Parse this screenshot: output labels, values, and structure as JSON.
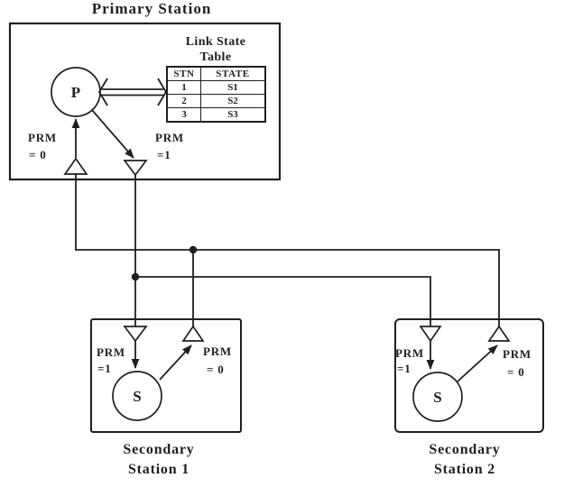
{
  "colors": {
    "ink": "#1f1f1f",
    "background": "#ffffff"
  },
  "primary_station": {
    "title": "Primary Station",
    "node": "P",
    "receive_prm": "PRM",
    "receive_value": "= 0",
    "transmit_prm": "PRM",
    "transmit_value": "=1",
    "link_state_table": {
      "title_line1": "Link State",
      "title_line2": "Table",
      "col1_header": "STN",
      "col2_header": "STATE",
      "rows": [
        {
          "stn": "1",
          "state": "S1"
        },
        {
          "stn": "2",
          "state": "S2"
        },
        {
          "stn": "3",
          "state": "S3"
        }
      ]
    }
  },
  "secondary_station_1": {
    "node": "S",
    "receive_prm": "PRM",
    "receive_value": "=1",
    "transmit_prm": "PRM",
    "transmit_value": "= 0",
    "caption_line1": "Secondary",
    "caption_line2": "Station 1"
  },
  "secondary_station_2": {
    "node": "S",
    "receive_prm": "PRM",
    "receive_value": "=1",
    "transmit_prm": "PRM",
    "transmit_value": "= 0",
    "caption_line1": "Secondary",
    "caption_line2": "Station 2"
  }
}
